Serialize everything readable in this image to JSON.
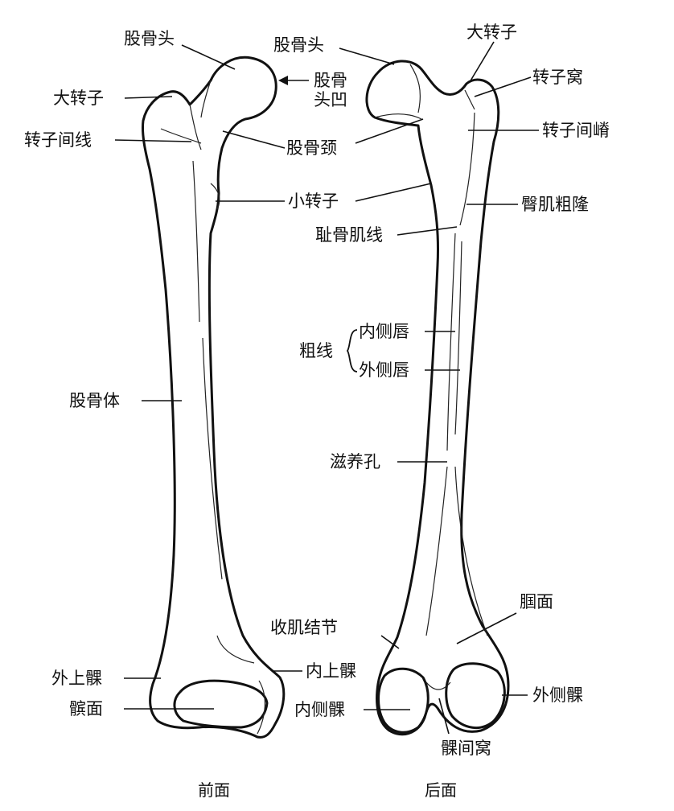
{
  "figure": {
    "views": {
      "anterior": "前面",
      "posterior": "后面"
    },
    "anterior_labels": {
      "femoral_head": "股骨头",
      "fovea_line1": "股骨",
      "fovea_line2": "头凹",
      "greater_trochanter": "大转子",
      "intertrochanteric_line": "转子间线",
      "femoral_neck": "股骨颈",
      "lesser_trochanter": "小转子",
      "femoral_shaft": "股骨体",
      "lateral_epicondyle": "外上髁",
      "patellar_surface": "髌面"
    },
    "posterior_labels": {
      "femoral_head": "股骨头",
      "greater_trochanter": "大转子",
      "trochanteric_fossa": "转子窝",
      "intertrochanteric_crest": "转子间嵴",
      "gluteal_tuberosity": "臀肌粗隆",
      "pectineal_line": "耻骨肌线",
      "linea_aspera": "粗线",
      "medial_lip": "内侧唇",
      "lateral_lip": "外侧唇",
      "nutrient_foramen": "滋养孔",
      "popliteal_surface": "腘面",
      "adductor_tubercle": "收肌结节",
      "medial_epicondyle": "内上髁",
      "medial_condyle": "内侧髁",
      "lateral_condyle": "外侧髁",
      "intercondylar_fossa": "髁间窝"
    }
  }
}
